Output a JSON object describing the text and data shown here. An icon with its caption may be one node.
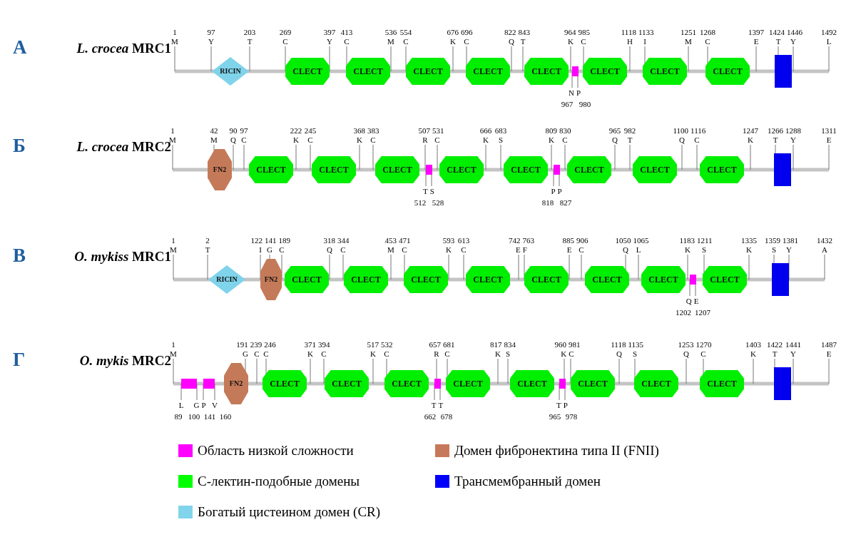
{
  "diagram": {
    "nodes": [
      {
        "text": [
          "RICIN"
        ]
      },
      {
        "text": [
          "CLECT"
        ]
      },
      {
        "text": [
          "CLECT"
        ]
      },
      {
        "text": [
          "CLECT"
        ]
      },
      {
        "text": [
          "CLECT"
        ]
      },
      {
        "text": [
          "CLECT"
        ]
      },
      {
        "text": [],
        "shape": "box"
      },
      {
        "text": [
          "CLECT"
        ]
      },
      {
        "text": [
          "CLECT"
        ]
      },
      {
        "text": [
          "CLECT"
        ]
      },
      {
        "text": [],
        "shape": "bar"
      },
      {
        "text": [
          "FN2"
        ]
      },
      {
        "text": [
          "CLECT"
        ]
      },
      {
        "text": [
          "CLECT"
        ]
      },
      {
        "text": [
          "CLECT"
        ]
      },
      {
        "text": [],
        "shape": "box"
      },
      {
        "text": [
          "CLECT"
        ]
      },
      {
        "text": [
          "CLECT"
        ]
      },
      {
        "text": [],
        "shape": "box"
      },
      {
        "text": [
          "CLECT"
        ]
      },
      {
        "text": [
          "CLECT"
        ]
      },
      {
        "text": [
          "CLECT"
        ]
      },
      {
        "text": [],
        "shape": "bar"
      },
      {
        "text": [
          "RICIN"
        ]
      },
      {
        "text": [
          "FN2"
        ]
      },
      {
        "text": [
          "CLECT"
        ]
      },
      {
        "text": [
          "CLECT"
        ]
      },
      {
        "text": [
          "CLECT"
        ]
      },
      {
        "text": [
          "CLECT"
        ]
      },
      {
        "text": [
          "CLECT"
        ]
      },
      {
        "text": [
          "CLECT"
        ]
      },
      {
        "text": [
          "CLECT"
        ]
      },
      {
        "text": [],
        "shape": "box"
      },
      {
        "text": [
          "CLECT"
        ]
      },
      {
        "text": [],
        "shape": "bar"
      },
      {
        "text": [],
        "shape": "box"
      },
      {
        "text": [],
        "shape": "box"
      },
      {
        "text": [
          "FN2"
        ]
      },
      {
        "text": [
          "CLECT"
        ]
      },
      {
        "text": [
          "CLECT"
        ]
      },
      {
        "text": [
          "CLECT"
        ]
      },
      {
        "text": [],
        "shape": "box"
      },
      {
        "text": [
          "CLECT"
        ]
      },
      {
        "text": [
          "CLECT"
        ]
      },
      {
        "text": [],
        "shape": "box"
      },
      {
        "text": [
          "CLECT"
        ]
      },
      {
        "text": [
          "CLECT"
        ]
      },
      {
        "text": [
          "CLECT"
        ]
      },
      {
        "text": [],
        "shape": "bar"
      }
    ],
    "labels": [
      "А",
      "*L. crocea* MRC1",
      "1",
      "97",
      "203",
      "269",
      "397",
      "413",
      "536",
      "554",
      "676",
      "696",
      "822",
      "843",
      "964",
      "985",
      "1118",
      "1133",
      "1251",
      "1268",
      "1397",
      "1424",
      "1446",
      "1492",
      "M",
      "Y",
      "T",
      "C",
      "Y",
      "C",
      "M",
      "C",
      "K",
      "C",
      "Q",
      "T",
      "K",
      "C",
      "H",
      "I",
      "M",
      "C",
      "E",
      "T",
      "Y",
      "L",
      "N",
      "P",
      "967",
      "980",
      "Б",
      "*L. crocea* MRC2",
      "1",
      "42",
      "90",
      "97",
      "222",
      "245",
      "368",
      "383",
      "507",
      "531",
      "666",
      "683",
      "809",
      "830",
      "965",
      "982",
      "1100",
      "1116",
      "1247",
      "1266",
      "1288",
      "1311",
      "M",
      "M",
      "Q",
      "C",
      "K",
      "C",
      "K",
      "C",
      "R",
      "C",
      "K",
      "S",
      "K",
      "C",
      "Q",
      "T",
      "Q",
      "C",
      "K",
      "T",
      "Y",
      "E",
      "T",
      "S",
      "P",
      "P",
      "512",
      "528",
      "818",
      "827",
      "В",
      "*O. mykiss* MRC1",
      "1",
      "2",
      "122",
      "141",
      "189",
      "318",
      "344",
      "453",
      "471",
      "593",
      "613",
      "742",
      "763",
      "885",
      "906",
      "1050",
      "1065",
      "1183",
      "1211",
      "1335",
      "1359",
      "1381",
      "1432",
      "M",
      "T",
      "I",
      "G",
      "C",
      "Q",
      "C",
      "M",
      "C",
      "K",
      "C",
      "E",
      "F",
      "E",
      "C",
      "Q",
      "L",
      "K",
      "S",
      "K",
      "S",
      "Y",
      "A",
      "Q",
      "E",
      "1202",
      "1207",
      "Г",
      "*O. mykis* MRC2",
      "1",
      "191",
      "239",
      "246",
      "371",
      "394",
      "517",
      "532",
      "657",
      "681",
      "817",
      "834",
      "960",
      "981",
      "1118",
      "1135",
      "1253",
      "1270",
      "1403",
      "1422",
      "1441",
      "1487",
      "M",
      "G",
      "C",
      "C",
      "K",
      "C",
      "K",
      "C",
      "R",
      "C",
      "K",
      "S",
      "K",
      "C",
      "Q",
      "S",
      "Q",
      "C",
      "K",
      "T",
      "Y",
      "E",
      "L",
      "G",
      "P",
      "V",
      "T",
      "T",
      "T",
      "P",
      "89",
      "100",
      "141",
      "160",
      "662",
      "678",
      "965",
      "978"
    ],
    "legend": [
      {
        "text": "Область низкой сложности",
        "color": "#ff00ff"
      },
      {
        "text": "Домен фибронектина типа II (FNII)",
        "color": "#c8785a"
      },
      {
        "text": "С-лектин-подобные домены",
        "color": "#00ff00"
      },
      {
        "text": "Трансмембранный домен",
        "color": "#0000ff"
      },
      {
        "text": "Богатый цистеином домен (CR)",
        "color": "#80d4ec"
      }
    ]
  }
}
